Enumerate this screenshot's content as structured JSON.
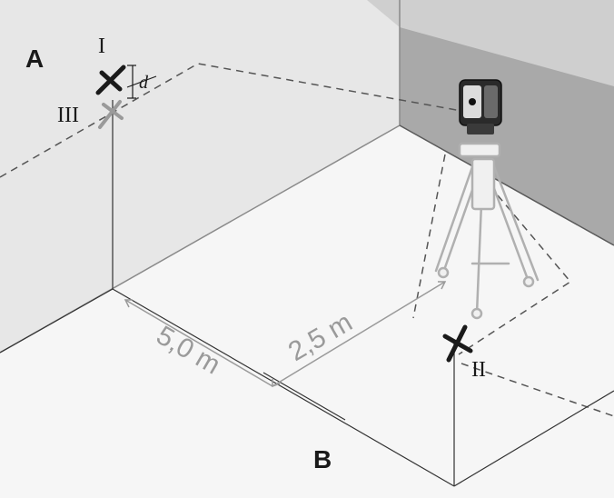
{
  "labels": {
    "wall_a": "A",
    "wall_b": "B",
    "mark_1": "I",
    "mark_2": "II",
    "mark_3": "III",
    "offset": "d"
  },
  "dimensions": {
    "wall_distance": "5,0 m",
    "tripod_distance": "2,5 m"
  },
  "colors": {
    "wall_light": "#e7e7e7",
    "floor": "#f6f6f6",
    "wall_dark": "#a9a9a9",
    "ink": "#1a1a1a",
    "dimension_text": "#9a9a9a"
  },
  "icons": [
    "laser-level-icon",
    "tripod-icon"
  ]
}
